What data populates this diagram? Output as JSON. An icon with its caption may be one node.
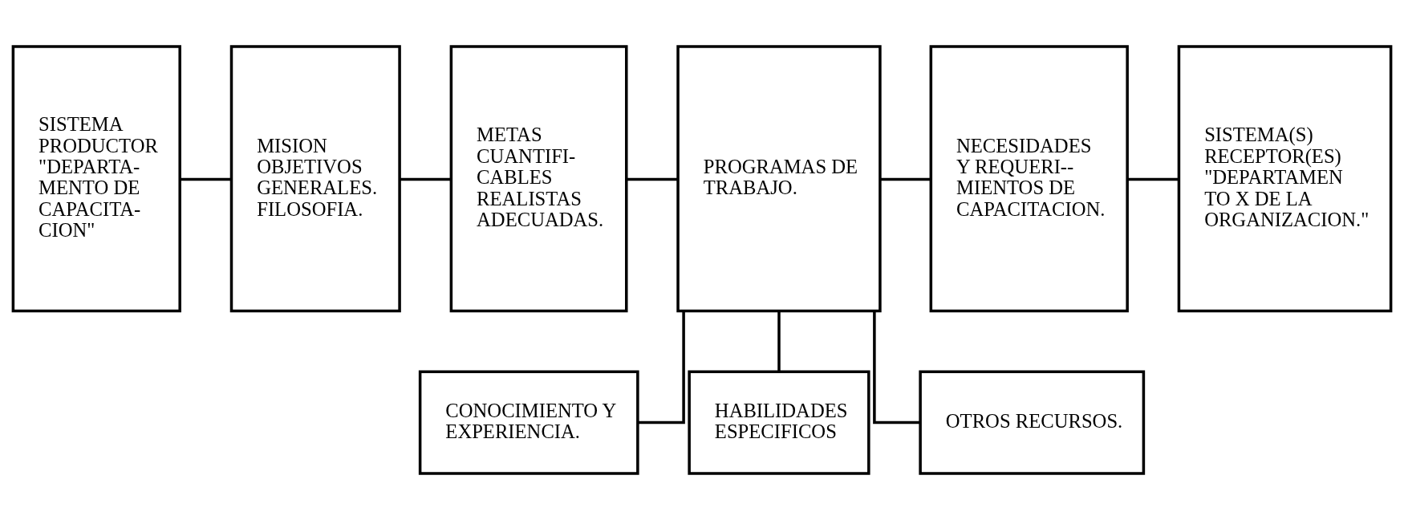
{
  "diagram": {
    "nodes": [
      {
        "text": [
          "SISTEMA PRODUCTOR \"DEPARTA- MENTO DE CAPACITA- CION\""
        ]
      },
      {
        "text": [
          "MISION OBJETIVOS GENERALES. FILOSOFIA."
        ]
      },
      {
        "text": [
          "METAS CUANTIFI- CABLES REALISTAS ADECUADAS."
        ]
      },
      {
        "text": [
          "PROGRAMAS DE TRABAJO."
        ]
      },
      {
        "text": [
          "NECESIDADES Y REQUERI-- MIENTOS DE CAPACITACION."
        ]
      },
      {
        "text": [
          "SISTEMA(S) RECEPTOR(ES) \"DEPARTAMEN TO X DE LA ORGANIZACION.\""
        ]
      },
      {
        "text": [
          "CONOCIMIENTO Y EXPERIENCIA."
        ]
      },
      {
        "text": [
          "HABILIDADES ESPECIFICOS"
        ]
      },
      {
        "text": [
          "OTROS RECURSOS."
        ]
      }
    ],
    "edges": [
      {
        "from": 0,
        "to": 1,
        "arrow": "none"
      },
      {
        "from": 1,
        "to": 2,
        "arrow": "none"
      },
      {
        "from": 2,
        "to": 3,
        "arrow": "none"
      },
      {
        "from": 3,
        "to": 4,
        "arrow": "none"
      },
      {
        "from": 4,
        "to": 5,
        "arrow": "none"
      },
      {
        "from": 3,
        "to": 6,
        "arrow": "none"
      },
      {
        "from": 3,
        "to": 7,
        "arrow": "none"
      },
      {
        "from": 3,
        "to": 8,
        "arrow": "none"
      }
    ]
  }
}
